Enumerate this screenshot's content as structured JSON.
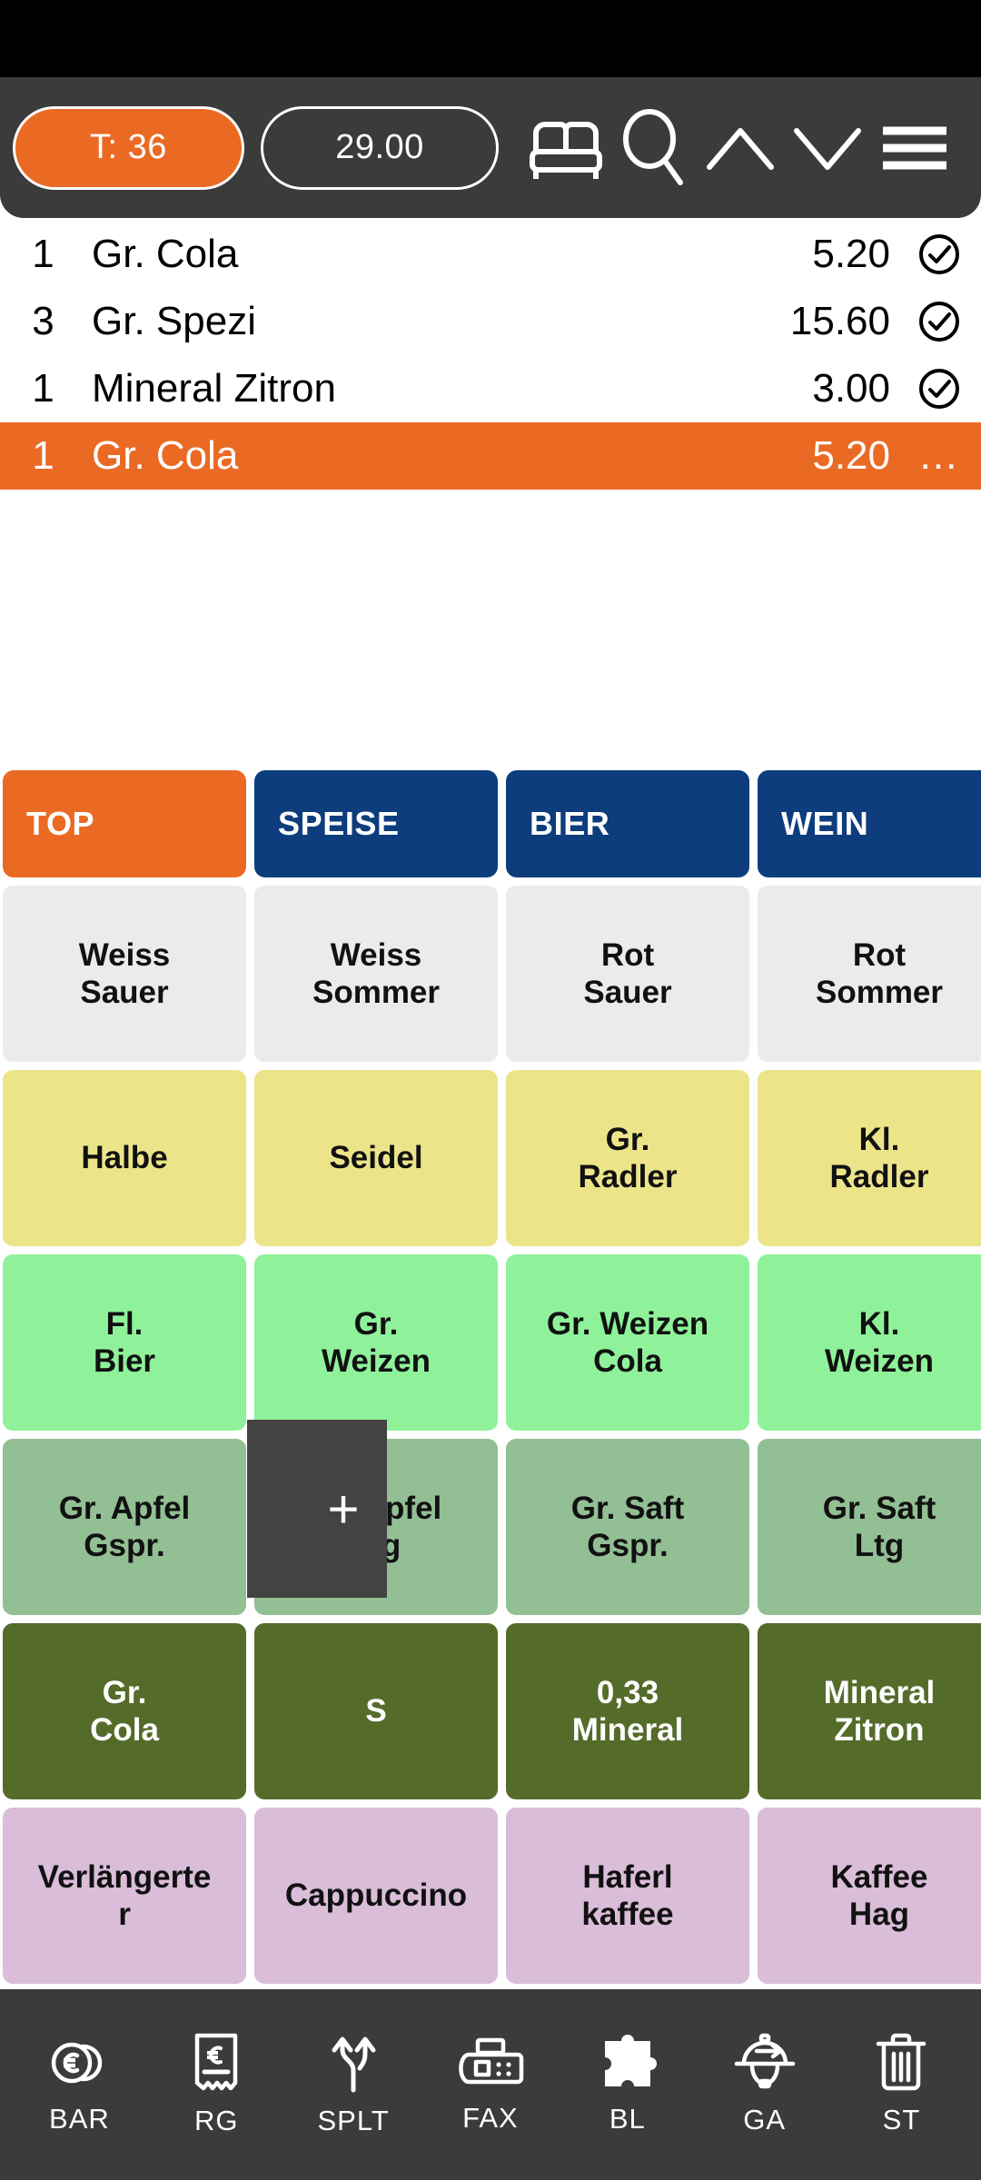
{
  "topbar": {
    "table_label": "T: 36",
    "total_label": "29.00",
    "icons": [
      "bed-icon",
      "search-icon",
      "chevron-up-icon",
      "chevron-down-icon",
      "hamburger-menu-icon"
    ]
  },
  "order": {
    "rows": [
      {
        "qty": "1",
        "name": "Gr. Cola",
        "price": "5.20",
        "status": "check",
        "selected": false
      },
      {
        "qty": "3",
        "name": "Gr. Spezi",
        "price": "15.60",
        "status": "check",
        "selected": false
      },
      {
        "qty": "1",
        "name": "Mineral Zitron",
        "price": "3.00",
        "status": "check",
        "selected": false
      },
      {
        "qty": "1",
        "name": "Gr. Cola",
        "price": "5.20",
        "status": "dots",
        "selected": true
      }
    ],
    "more_glyph": "..."
  },
  "categories": [
    {
      "label": "TOP",
      "active": true
    },
    {
      "label": "SPEISE",
      "active": false
    },
    {
      "label": "BIER",
      "active": false
    },
    {
      "label": "WEIN",
      "active": false
    }
  ],
  "grid": {
    "rows": [
      {
        "color": "#ebebeb",
        "text": "#111111",
        "tiles": [
          "Weiss\nSauer",
          "Weiss\nSommer",
          "Rot\nSauer",
          "Rot\nSommer"
        ]
      },
      {
        "color": "#ece489",
        "text": "#111111",
        "tiles": [
          "Halbe",
          "Seidel",
          "Gr.\nRadler",
          "Kl.\nRadler"
        ]
      },
      {
        "color": "#8ff29a",
        "text": "#111111",
        "tiles": [
          "Fl.\nBier",
          "Gr.\nWeizen",
          "Gr. Weizen\nCola",
          "Kl.\nWeizen"
        ]
      },
      {
        "color": "#92bf94",
        "text": "#111111",
        "tiles": [
          "Gr. Apfel\nGspr.",
          "Gr. Apfel\nLtg",
          "Gr. Saft\nGspr.",
          "Gr. Saft\nLtg"
        ]
      },
      {
        "color": "#556b2a",
        "text": "#ffffff",
        "tiles": [
          "Gr.\nCola",
          "S",
          "0,33\nMineral",
          "Mineral\nZitron"
        ]
      },
      {
        "color": "#d9bdd9",
        "text": "#111111",
        "tiles": [
          "Verlängerte\nr",
          "Cappuccino",
          "Haferl\nkaffee",
          "Kaffee\nHag"
        ]
      }
    ],
    "overlay": {
      "glyph": "+"
    }
  },
  "bottombar": {
    "items": [
      {
        "label": "BAR",
        "icon": "coins-euro-icon"
      },
      {
        "label": "RG",
        "icon": "receipt-euro-icon"
      },
      {
        "label": "SPLT",
        "icon": "split-arrows-icon"
      },
      {
        "label": "FAX",
        "icon": "fax-machine-icon"
      },
      {
        "label": "BL",
        "icon": "puzzle-piece-icon"
      },
      {
        "label": "GA",
        "icon": "food-cloche-arrow-icon"
      },
      {
        "label": "ST",
        "icon": "trash-can-icon"
      }
    ]
  },
  "colors": {
    "accent_orange": "#ea6a24",
    "nav_blue": "#0d3d7c",
    "toolbar_dark": "#3b3b3b",
    "overlay_dark": "#434343"
  }
}
